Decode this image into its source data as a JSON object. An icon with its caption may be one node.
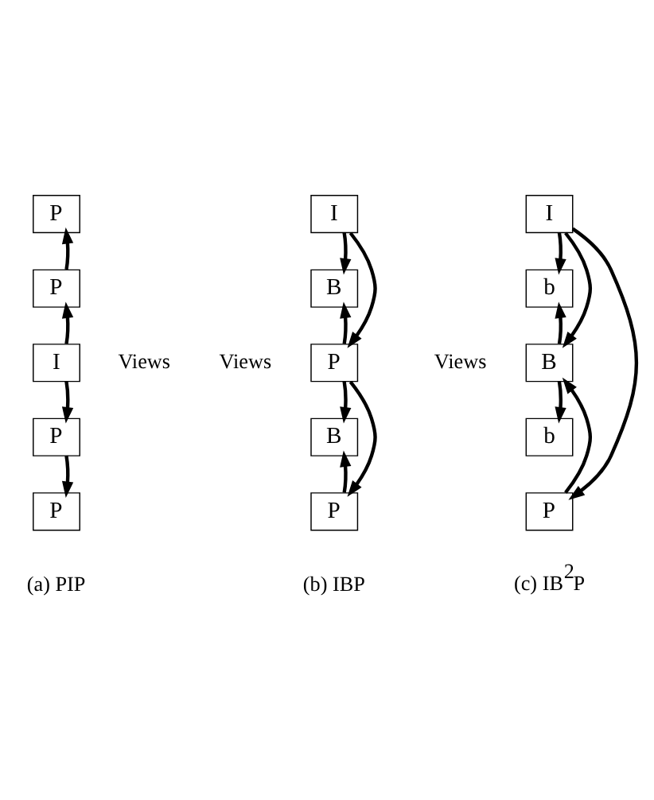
{
  "diagram": {
    "nodes": [
      {
        "text": [
          "P"
        ]
      },
      {
        "text": [
          "P"
        ]
      },
      {
        "text": [
          "I"
        ]
      },
      {
        "text": [
          "P"
        ]
      },
      {
        "text": [
          "P"
        ]
      },
      {
        "text": [
          "I"
        ]
      },
      {
        "text": [
          "B"
        ]
      },
      {
        "text": [
          "P"
        ]
      },
      {
        "text": [
          "B"
        ]
      },
      {
        "text": [
          "P"
        ]
      },
      {
        "text": [
          "I"
        ]
      },
      {
        "text": [
          "b"
        ]
      },
      {
        "text": [
          "B"
        ]
      },
      {
        "text": [
          "b"
        ]
      },
      {
        "text": [
          "P"
        ]
      }
    ],
    "edges": [
      {
        "from": 1,
        "to": 0,
        "arrow": "to"
      },
      {
        "from": 2,
        "to": 1,
        "arrow": "to"
      },
      {
        "from": 2,
        "to": 3,
        "arrow": "to"
      },
      {
        "from": 3,
        "to": 4,
        "arrow": "to"
      },
      {
        "from": 5,
        "to": 6,
        "arrow": "to"
      },
      {
        "from": 5,
        "to": 7,
        "arrow": "to"
      },
      {
        "from": 7,
        "to": 6,
        "arrow": "to"
      },
      {
        "from": 7,
        "to": 8,
        "arrow": "to"
      },
      {
        "from": 9,
        "to": 8,
        "arrow": "to"
      },
      {
        "from": 7,
        "to": 9,
        "arrow": "to"
      },
      {
        "from": 10,
        "to": 11,
        "arrow": "to"
      },
      {
        "from": 10,
        "to": 12,
        "arrow": "to"
      },
      {
        "from": 10,
        "to": 14,
        "arrow": "to"
      },
      {
        "from": 12,
        "to": 11,
        "arrow": "to"
      },
      {
        "from": 12,
        "to": 13,
        "arrow": "to"
      },
      {
        "from": 14,
        "to": 12,
        "arrow": "to"
      }
    ],
    "labels": [
      "Views",
      "Views",
      "Views",
      "(a) PIP",
      "(b) IBP",
      "(c) IB$^{2}$P"
    ]
  }
}
